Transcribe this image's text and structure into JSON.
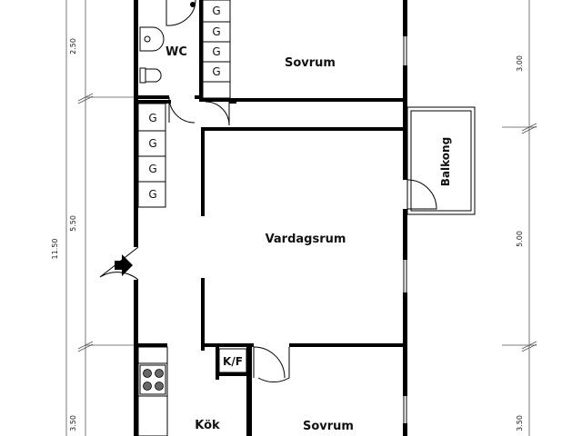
{
  "rooms": {
    "wc": "WC",
    "sovrum_top": "Sovrum",
    "balkong": "Balkong",
    "vardagsrum": "Vardagsrum",
    "kf": "K/F",
    "kok": "Kök",
    "sovrum_bottom": "Sovrum"
  },
  "wardrobe_label": "G",
  "dimensions": {
    "left_top": "2.50",
    "left_total": "11.50",
    "left_middle": "5.50",
    "left_bottom": "3.50",
    "right_top": "3.00",
    "right_middle": "5.00",
    "right_bottom": "3.50"
  }
}
